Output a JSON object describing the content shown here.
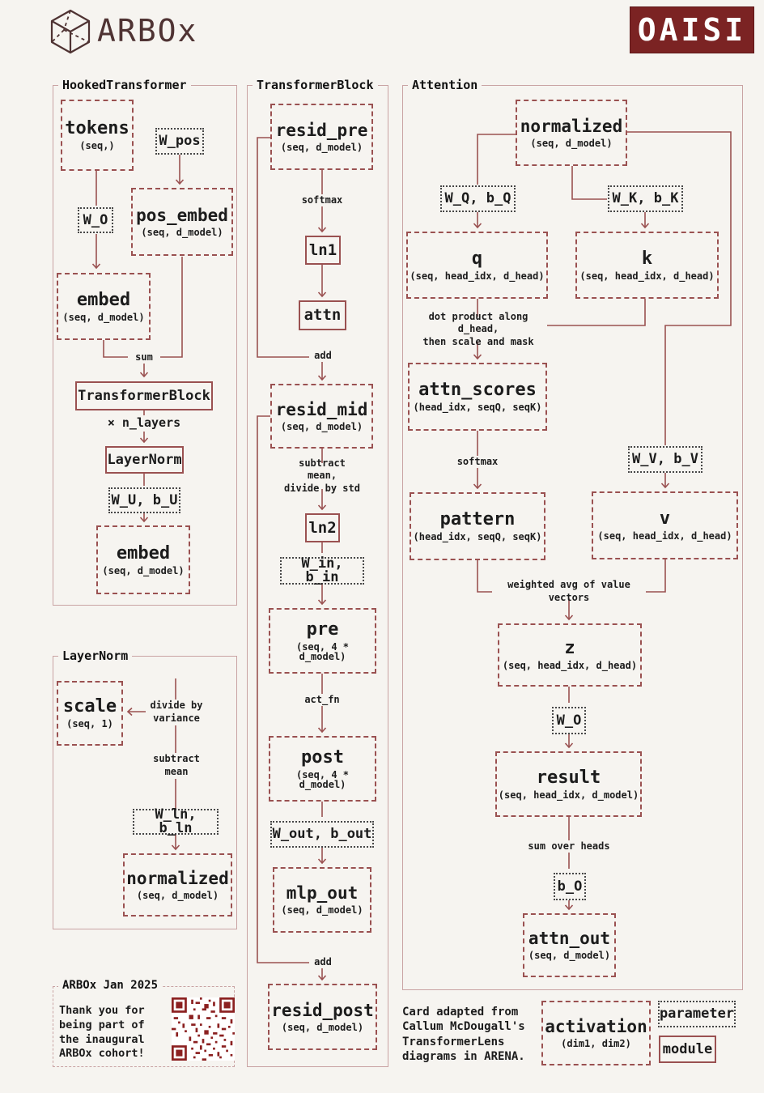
{
  "header": {
    "brand": "ARBOx",
    "badge": "OAISI"
  },
  "icons": {
    "logo": "cube-wireframe-icon",
    "qr": "qr-code"
  },
  "colors": {
    "line_maroon": "#9a5151",
    "badge_bg": "#7b2323",
    "brand_ink": "#4f3333",
    "qr_red": "#8b2020",
    "paper": "#f6f4f0",
    "ink": "#1c1c1c"
  },
  "hooked": {
    "title": "HookedTransformer",
    "tokens": {
      "label": "tokens",
      "dims": "(seq,)"
    },
    "w_pos": "W_pos",
    "w_o": "W_O",
    "pos_embed": {
      "label": "pos_embed",
      "dims": "(seq, d_model)"
    },
    "embed": {
      "label": "embed",
      "dims": "(seq, d_model)"
    },
    "sum": "sum",
    "block": "TransformerBlock",
    "n_layers": "× n_layers",
    "layernorm": "LayerNorm",
    "w_u": "W_U, b_U",
    "unembed": {
      "label": "embed",
      "dims": "(seq, d_model)"
    }
  },
  "layernorm": {
    "title": "LayerNorm",
    "scale": {
      "label": "scale",
      "dims": "(seq, 1)"
    },
    "divide": "divide by\nvariance",
    "subtract": "subtract\nmean",
    "w_ln": "W_ln, b_ln",
    "normalized": {
      "label": "normalized",
      "dims": "(seq, d_model)"
    }
  },
  "card": {
    "title": "ARBOx Jan 2025",
    "message": "Thank you for\nbeing part of\nthe inaugural\nARBOx cohort!"
  },
  "block": {
    "title": "TransformerBlock",
    "resid_pre": {
      "label": "resid_pre",
      "dims": "(seq, d_model)"
    },
    "softmax": "softmax",
    "ln1": "ln1",
    "attn": "attn",
    "add1": "add",
    "resid_mid": {
      "label": "resid_mid",
      "dims": "(seq, d_model)"
    },
    "norm_note": "subtract mean,\ndivide by std",
    "ln2": "ln2",
    "w_in": "W_in, b_in",
    "pre": {
      "label": "pre",
      "dims": "(seq, 4 * d_model)"
    },
    "act_fn": "act_fn",
    "post": {
      "label": "post",
      "dims": "(seq, 4 * d_model)"
    },
    "w_out": "W_out, b_out",
    "mlp_out": {
      "label": "mlp_out",
      "dims": "(seq, d_model)"
    },
    "add2": "add",
    "resid_post": {
      "label": "resid_post",
      "dims": "(seq, d_model)"
    }
  },
  "attention": {
    "title": "Attention",
    "normalized": {
      "label": "normalized",
      "dims": "(seq, d_model)"
    },
    "w_q": "W_Q, b_Q",
    "w_k": "W_K, b_K",
    "q": {
      "label": "q",
      "dims": "(seq, head_idx, d_head)"
    },
    "k": {
      "label": "k",
      "dims": "(seq, head_idx, d_head)"
    },
    "dot_note": "dot product along d_head,\nthen scale and mask",
    "attn_scores": {
      "label": "attn_scores",
      "dims": "(head_idx, seqQ, seqK)"
    },
    "softmax": "softmax",
    "pattern": {
      "label": "pattern",
      "dims": "(head_idx, seqQ, seqK)"
    },
    "w_v": "W_V, b_V",
    "v": {
      "label": "v",
      "dims": "(seq, head_idx, d_head)"
    },
    "weighted": "weighted avg of value vectors",
    "z": {
      "label": "z",
      "dims": "(seq, head_idx, d_head)"
    },
    "w_o": "W_O",
    "result": {
      "label": "result",
      "dims": "(seq, head_idx, d_model)"
    },
    "sum_heads": "sum over heads",
    "b_o": "b_O",
    "attn_out": {
      "label": "attn_out",
      "dims": "(seq, d_model)"
    }
  },
  "footer": {
    "credit": "Card adapted from\nCallum McDougall's\nTransformerLens\ndiagrams in ARENA.",
    "legend": {
      "activation": {
        "label": "activation",
        "dims": "(dim1, dim2)"
      },
      "parameter": "parameter",
      "module": "module"
    }
  }
}
